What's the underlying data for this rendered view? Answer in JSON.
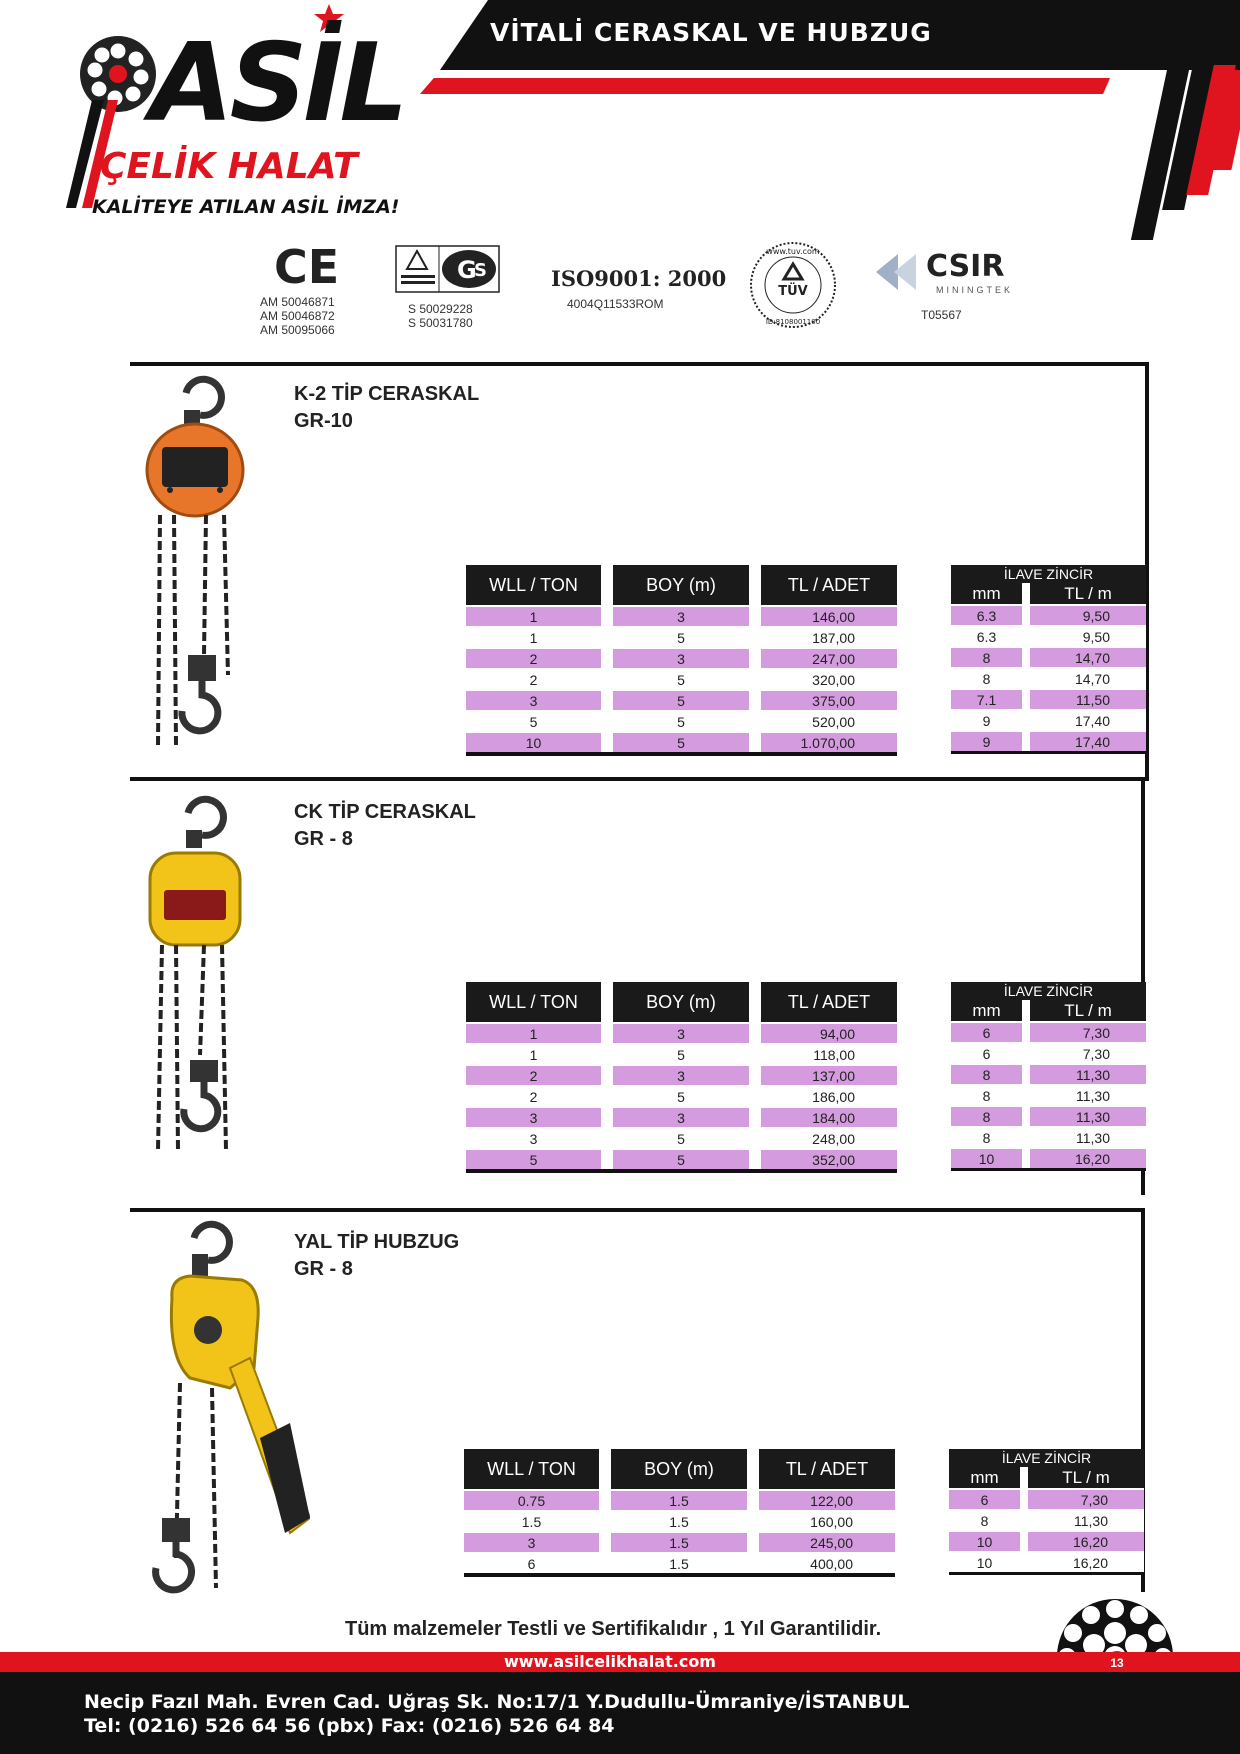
{
  "header": {
    "title": "VİTALİ CERASKAL VE HUBZUG",
    "accent_red": "#e0141e",
    "accent_black": "#111111"
  },
  "logo": {
    "brand": "ASİL",
    "sub": "ÇELİK HALAT",
    "slogan": "KALİTEYE ATILAN ASİL İMZA!"
  },
  "certificates": {
    "ce": {
      "mark": "CE",
      "codes": "AM 50046871\nAM 50046872\nAM 50095066"
    },
    "tuv_gs": {
      "codes": "S 50029228\nS 50031780"
    },
    "iso": {
      "title": "ISO9001: 2000",
      "code": "4004Q11533ROM"
    },
    "tuv_ring": {
      "label": "TÜV",
      "ring_top": "www.tuv.com",
      "ring_bottom": "ID:8108001100"
    },
    "csir": {
      "name": "CSIR",
      "sub": "MININGTEK",
      "code": "T05567"
    }
  },
  "table_headers": {
    "wll": "WLL / TON",
    "boy": "BOY (m)",
    "price": "TL / ADET",
    "extra_title": "İLAVE ZİNCİR",
    "extra_mm": "mm",
    "extra_price": "TL / m"
  },
  "products": [
    {
      "title": "K-2 TİP CERASKAL",
      "grade": "GR-10",
      "rows": [
        {
          "wll": "1",
          "boy": "3",
          "price": "146,00",
          "mm": "6.3",
          "tlm": "9,50"
        },
        {
          "wll": "1",
          "boy": "5",
          "price": "187,00",
          "mm": "6.3",
          "tlm": "9,50"
        },
        {
          "wll": "2",
          "boy": "3",
          "price": "247,00",
          "mm": "8",
          "tlm": "14,70"
        },
        {
          "wll": "2",
          "boy": "5",
          "price": "320,00",
          "mm": "8",
          "tlm": "14,70"
        },
        {
          "wll": "3",
          "boy": "5",
          "price": "375,00",
          "mm": "7.1",
          "tlm": "11,50"
        },
        {
          "wll": "5",
          "boy": "5",
          "price": "520,00",
          "mm": "9",
          "tlm": "17,40"
        },
        {
          "wll": "10",
          "boy": "5",
          "price": "1.070,00",
          "mm": "9",
          "tlm": "17,40"
        }
      ]
    },
    {
      "title": "CK TİP CERASKAL",
      "grade": "GR - 8",
      "rows": [
        {
          "wll": "1",
          "boy": "3",
          "price": "94,00",
          "mm": "6",
          "tlm": "7,30"
        },
        {
          "wll": "1",
          "boy": "5",
          "price": "118,00",
          "mm": "6",
          "tlm": "7,30"
        },
        {
          "wll": "2",
          "boy": "3",
          "price": "137,00",
          "mm": "8",
          "tlm": "11,30"
        },
        {
          "wll": "2",
          "boy": "5",
          "price": "186,00",
          "mm": "8",
          "tlm": "11,30"
        },
        {
          "wll": "3",
          "boy": "3",
          "price": "184,00",
          "mm": "8",
          "tlm": "11,30"
        },
        {
          "wll": "3",
          "boy": "5",
          "price": "248,00",
          "mm": "8",
          "tlm": "11,30"
        },
        {
          "wll": "5",
          "boy": "5",
          "price": "352,00",
          "mm": "10",
          "tlm": "16,20"
        }
      ]
    },
    {
      "title": "YAL TİP HUBZUG",
      "grade": "GR - 8",
      "rows": [
        {
          "wll": "0.75",
          "boy": "1.5",
          "price": "122,00",
          "mm": "6",
          "tlm": "7,30"
        },
        {
          "wll": "1.5",
          "boy": "1.5",
          "price": "160,00",
          "mm": "8",
          "tlm": "11,30"
        },
        {
          "wll": "3",
          "boy": "1.5",
          "price": "245,00",
          "mm": "10",
          "tlm": "16,20"
        },
        {
          "wll": "6",
          "boy": "1.5",
          "price": "400,00",
          "mm": "10",
          "tlm": "16,20"
        }
      ]
    }
  ],
  "footer": {
    "note": "Tüm malzemeler Testli ve Sertifikalıdır , 1 Yıl Garantilidir.",
    "website": "www.asilcelikhalat.com",
    "address": "Necip Fazıl Mah. Evren Cad. Uğraş Sk. No:17/1 Y.Dudullu-Ümraniye/İSTANBUL",
    "phone": "Tel: (0216) 526 64 56 (pbx) Fax: (0216) 526 64 84",
    "page": "13"
  },
  "colors": {
    "row_highlight": "#d59bdf",
    "header_cell": "#1a1a1a",
    "hoist_orange": "#e8762a",
    "hoist_yellow": "#f2c318"
  }
}
